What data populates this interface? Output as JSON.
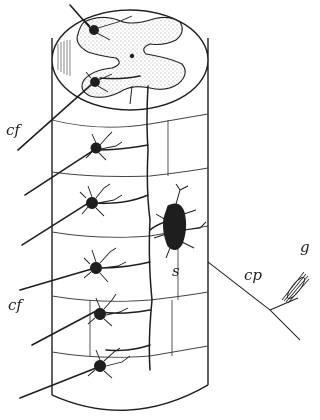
{
  "labels": {
    "cf_upper": "cf",
    "cf_lower": "cf",
    "s": "s",
    "cp": "cp",
    "g": "g"
  },
  "colors": {
    "ink": "#1e1e1e",
    "stipple": "#9a9a9a",
    "paper": "#ffffff"
  }
}
